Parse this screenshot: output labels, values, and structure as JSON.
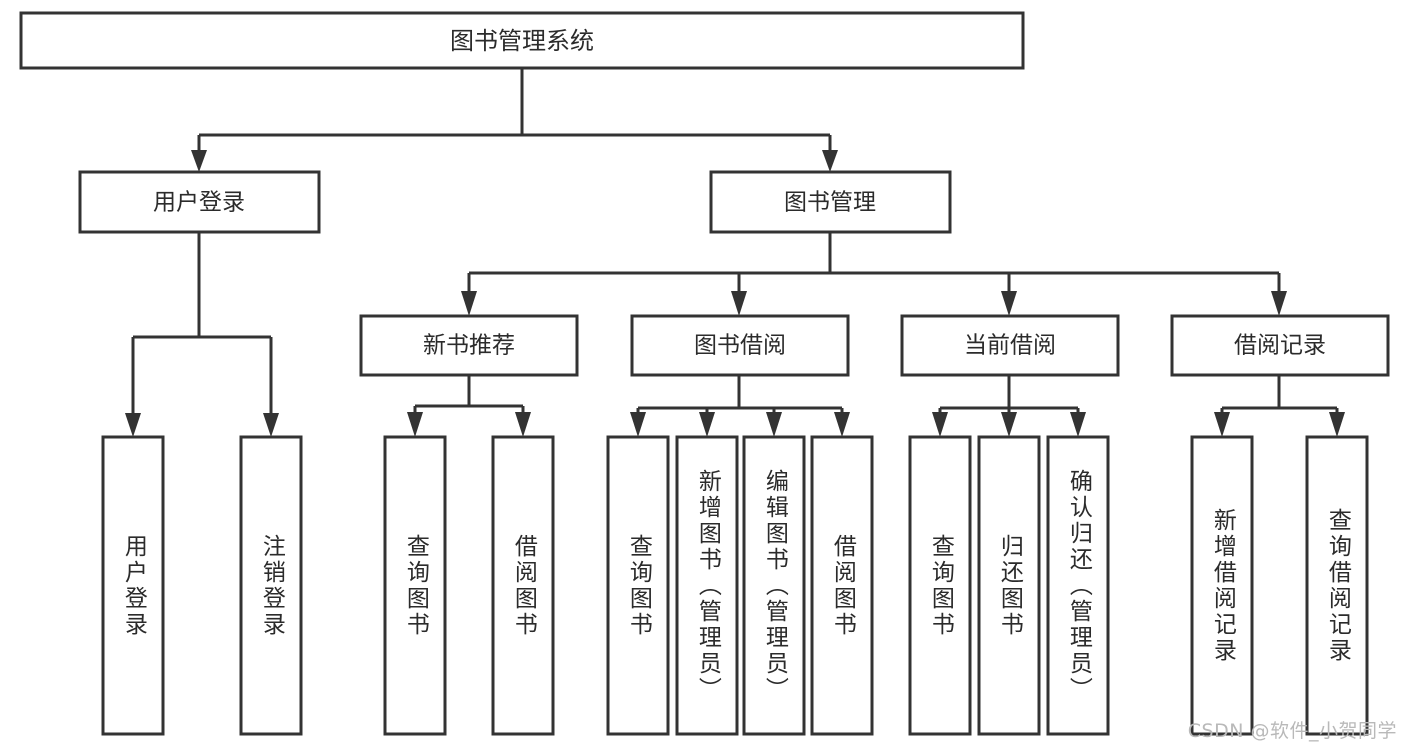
{
  "diagram": {
    "type": "tree-hierarchy",
    "title": "图书管理系统",
    "orientation": "top-down",
    "colors": {
      "box_stroke": "#333333",
      "box_fill": "#ffffff",
      "text": "#2b2b2b",
      "background": "#ffffff",
      "watermark": "#b9b9b9"
    },
    "levels": {
      "level1": [
        "图书管理系统"
      ],
      "level2": [
        "用户登录",
        "图书管理"
      ],
      "level3": [
        "新书推荐",
        "图书借阅",
        "当前借阅",
        "借阅记录"
      ],
      "level4": [
        "用户登录",
        "注销登录",
        "查询图书",
        "借阅图书",
        "查询图书",
        "新增图书（管理员）",
        "编辑图书（管理员）",
        "借阅图书",
        "查询图书",
        "归还图书",
        "确认归还（管理员）",
        "新增借阅记录",
        "查询借阅记录"
      ]
    },
    "nodes": {
      "root": {
        "label": "图书管理系统"
      },
      "user_login": {
        "label": "用户登录"
      },
      "book_manage": {
        "label": "图书管理"
      },
      "new_book_rec": {
        "label": "新书推荐"
      },
      "book_borrow": {
        "label": "图书借阅"
      },
      "current_borrow": {
        "label": "当前借阅"
      },
      "borrow_record": {
        "label": "借阅记录"
      },
      "leaf_user_login": {
        "label": "用户登录"
      },
      "leaf_logout": {
        "label": "注销登录"
      },
      "leaf_query_book_1": {
        "label": "查询图书"
      },
      "leaf_borrow_book_1": {
        "label": "借阅图书"
      },
      "leaf_query_book_2": {
        "label": "查询图书"
      },
      "leaf_add_book_admin": {
        "label": "新增图书（管理员）"
      },
      "leaf_edit_book_admin": {
        "label": "编辑图书（管理员）"
      },
      "leaf_borrow_book_2": {
        "label": "借阅图书"
      },
      "leaf_query_book_3": {
        "label": "查询图书"
      },
      "leaf_return_book": {
        "label": "归还图书"
      },
      "leaf_confirm_return_admin": {
        "label": "确认归还（管理员）"
      },
      "leaf_add_record": {
        "label": "新增借阅记录"
      },
      "leaf_query_record": {
        "label": "查询借阅记录"
      }
    },
    "edges": [
      {
        "from": "root",
        "to": "user_login"
      },
      {
        "from": "root",
        "to": "book_manage"
      },
      {
        "from": "user_login",
        "to": "leaf_user_login"
      },
      {
        "from": "user_login",
        "to": "leaf_logout"
      },
      {
        "from": "book_manage",
        "to": "new_book_rec"
      },
      {
        "from": "book_manage",
        "to": "book_borrow"
      },
      {
        "from": "book_manage",
        "to": "current_borrow"
      },
      {
        "from": "book_manage",
        "to": "borrow_record"
      },
      {
        "from": "new_book_rec",
        "to": "leaf_query_book_1"
      },
      {
        "from": "new_book_rec",
        "to": "leaf_borrow_book_1"
      },
      {
        "from": "book_borrow",
        "to": "leaf_query_book_2"
      },
      {
        "from": "book_borrow",
        "to": "leaf_add_book_admin"
      },
      {
        "from": "book_borrow",
        "to": "leaf_edit_book_admin"
      },
      {
        "from": "book_borrow",
        "to": "leaf_borrow_book_2"
      },
      {
        "from": "current_borrow",
        "to": "leaf_query_book_3"
      },
      {
        "from": "current_borrow",
        "to": "leaf_return_book"
      },
      {
        "from": "current_borrow",
        "to": "leaf_confirm_return_admin"
      },
      {
        "from": "borrow_record",
        "to": "leaf_add_record"
      },
      {
        "from": "borrow_record",
        "to": "leaf_query_record"
      }
    ]
  },
  "watermark": {
    "text": "CSDN @软件_小贺同学"
  }
}
